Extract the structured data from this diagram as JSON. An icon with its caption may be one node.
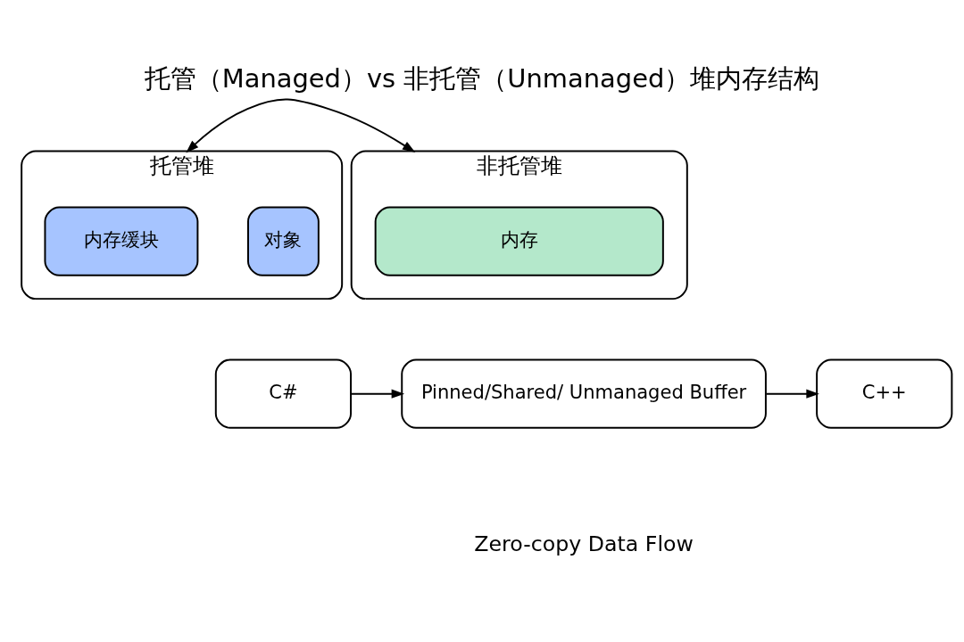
{
  "diagram": {
    "title": "托管（Managed）vs 非托管（Unmanaged）堆内存结构",
    "caption": "Zero-copy Data Flow",
    "nodes": [
      {
        "text": [
          "托管堆"
        ]
      },
      {
        "text": [
          "对象"
        ],
        "in": 0
      },
      {
        "text": [
          "内存缓块"
        ],
        "in": 0
      },
      {
        "text": [
          "非托管堆"
        ]
      },
      {
        "text": [
          "内存"
        ],
        "in": 3
      },
      {
        "text": [
          "C#"
        ]
      },
      {
        "text": [
          "Pinned/Shared/ Unmanaged Buffer"
        ]
      },
      {
        "text": [
          "C++"
        ]
      }
    ],
    "edges": [
      {
        "from": 0,
        "to": 3,
        "arrow": "both"
      },
      {
        "from": 5,
        "to": 6,
        "arrow": "to"
      },
      {
        "from": 6,
        "to": 7,
        "arrow": "to"
      }
    ]
  }
}
